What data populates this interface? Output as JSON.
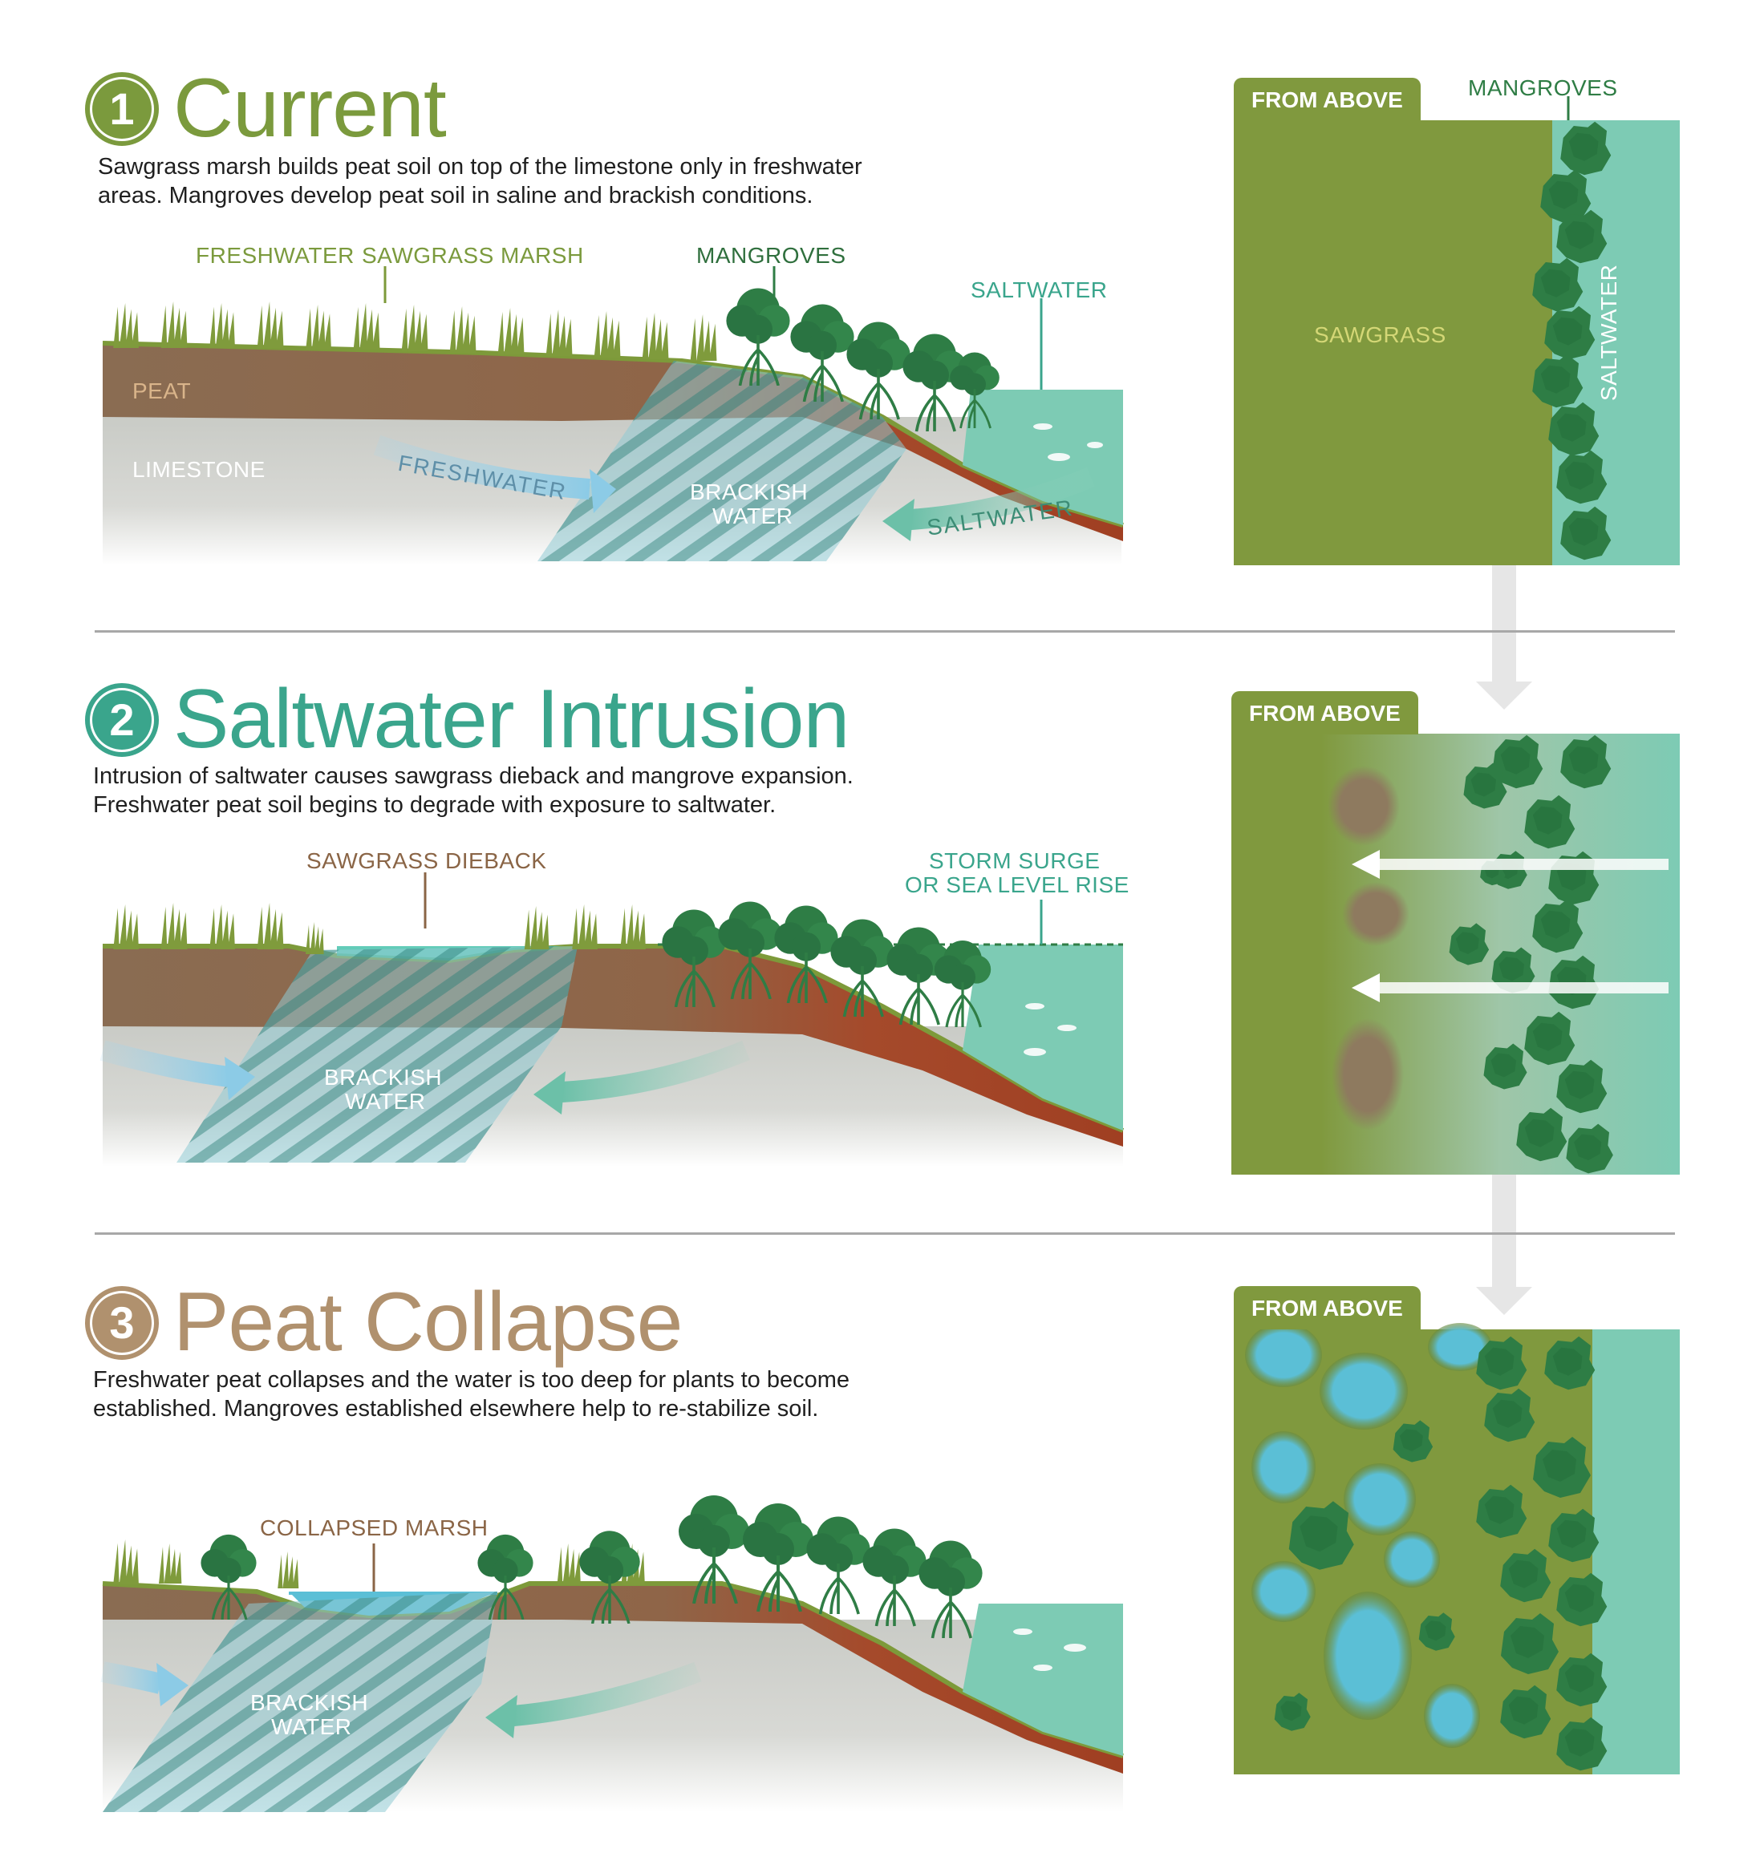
{
  "colors": {
    "current": "#7b9a3d",
    "intrusion": "#3aa58c",
    "collapse": "#b0916e",
    "sawgrass": "#80993e",
    "mangrove": "#2f7d45",
    "saltwater": "#7dcbb4",
    "peat": "#8a6c52",
    "marine_peat": "#a84a2a",
    "pond": "#5bbfd6"
  },
  "sections": [
    {
      "number": "1",
      "title": "Current",
      "description": [
        "Sawgrass marsh builds peat soil on top of the limestone only in freshwater",
        "areas. Mangroves develop peat soil in saline and brackish conditions."
      ],
      "labels": {
        "freshwater": "FRESHWATER",
        "sawgrass_marsh": "SAWGRASS MARSH",
        "mangroves": "MANGROVES",
        "saltwater": "SALTWATER",
        "peat": "PEAT",
        "limestone": "LIMESTONE",
        "freshwater_arrow": "FRESHWATER",
        "brackish_1": "BRACKISH",
        "brackish_2": "WATER",
        "saltwater_arrow": "SALTWATER"
      },
      "aerial": {
        "tab": "FROM ABOVE",
        "mangroves": "MANGROVES",
        "sawgrass": "SAWGRASS",
        "saltwater": "SALTWATER"
      }
    },
    {
      "number": "2",
      "title": "Saltwater Intrusion",
      "description": [
        "Intrusion of saltwater causes sawgrass dieback and mangrove expansion.",
        "Freshwater peat soil begins to degrade with exposure to saltwater."
      ],
      "labels": {
        "dieback": "SAWGRASS DIEBACK",
        "storm_1": "STORM SURGE",
        "storm_2": "OR SEA LEVEL RISE",
        "brackish_1": "BRACKISH",
        "brackish_2": "WATER"
      },
      "aerial": {
        "tab": "FROM ABOVE"
      }
    },
    {
      "number": "3",
      "title": "Peat Collapse",
      "description": [
        "Freshwater peat collapses and the water is too deep for plants to become",
        "established. Mangroves established elsewhere help to re-stabilize soil."
      ],
      "labels": {
        "collapsed": "COLLAPSED MARSH",
        "brackish_1": "BRACKISH",
        "brackish_2": "WATER"
      },
      "aerial": {
        "tab": "FROM ABOVE"
      }
    }
  ]
}
